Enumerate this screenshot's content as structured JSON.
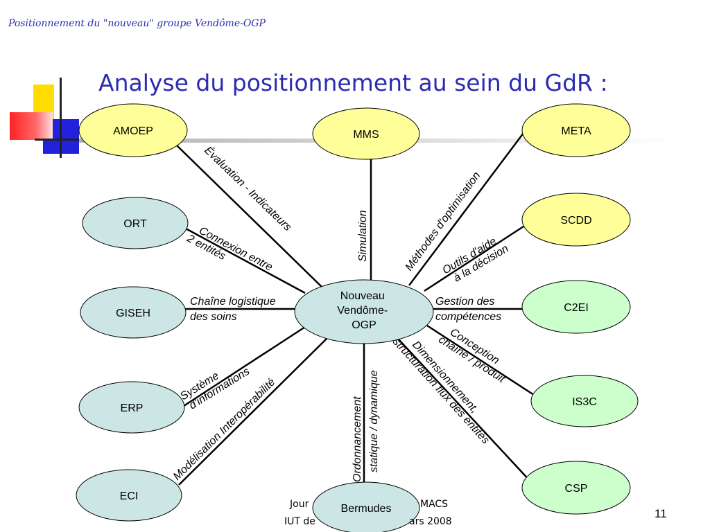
{
  "header": {
    "subtitle": "Positionnement du \"nouveau\" groupe Vendôme-OGP",
    "title": "Analyse du positionnement au sein du GdR :"
  },
  "footer": {
    "line1_left": "Jour",
    "line1_right": "MACS",
    "line2_left": "IUT de",
    "line2_right": "ars 2008",
    "page": "11"
  },
  "colors": {
    "yellow_node": "#ffff99",
    "blue_node": "#cce6e6",
    "green_node": "#ccffcc",
    "center_node": "#cce6e6",
    "title": "#2b2bb0"
  },
  "center": {
    "lines": [
      "Nouveau",
      "Vendôme-",
      "OGP"
    ]
  },
  "nodes": [
    {
      "id": "amoep",
      "label": "AMOEP"
    },
    {
      "id": "mms",
      "label": "MMS"
    },
    {
      "id": "meta",
      "label": "META"
    },
    {
      "id": "ort",
      "label": "ORT"
    },
    {
      "id": "scdd",
      "label": "SCDD"
    },
    {
      "id": "giseh",
      "label": "GISEH"
    },
    {
      "id": "c2ei",
      "label": "C2EI"
    },
    {
      "id": "erp",
      "label": "ERP"
    },
    {
      "id": "is3c",
      "label": "IS3C"
    },
    {
      "id": "eci",
      "label": "ECI"
    },
    {
      "id": "csp",
      "label": "CSP"
    },
    {
      "id": "bermudes",
      "label": "Bermudes"
    }
  ],
  "edges": {
    "amoep": [
      "Évaluation - Indicateurs"
    ],
    "mms": [
      "Simulation"
    ],
    "meta": [
      "Méthodes d'optimisation"
    ],
    "ort": [
      "Connexion entre",
      "2 entités"
    ],
    "scdd": [
      "Outils d'aide",
      "à la décision"
    ],
    "giseh": [
      "Chaîne logistique",
      "des soins"
    ],
    "c2ei": [
      "Gestion des",
      "compétences"
    ],
    "erp": [
      "Système",
      "d'informations"
    ],
    "is3c": [
      "Conception",
      "chaîne / produit"
    ],
    "eci": [
      "Modélisation Interopérabilité"
    ],
    "csp": [
      "Dimensionnement,",
      "structuration flux des entités"
    ],
    "bermudes": [
      "Ordonnancement",
      "statique / dynamique"
    ]
  }
}
